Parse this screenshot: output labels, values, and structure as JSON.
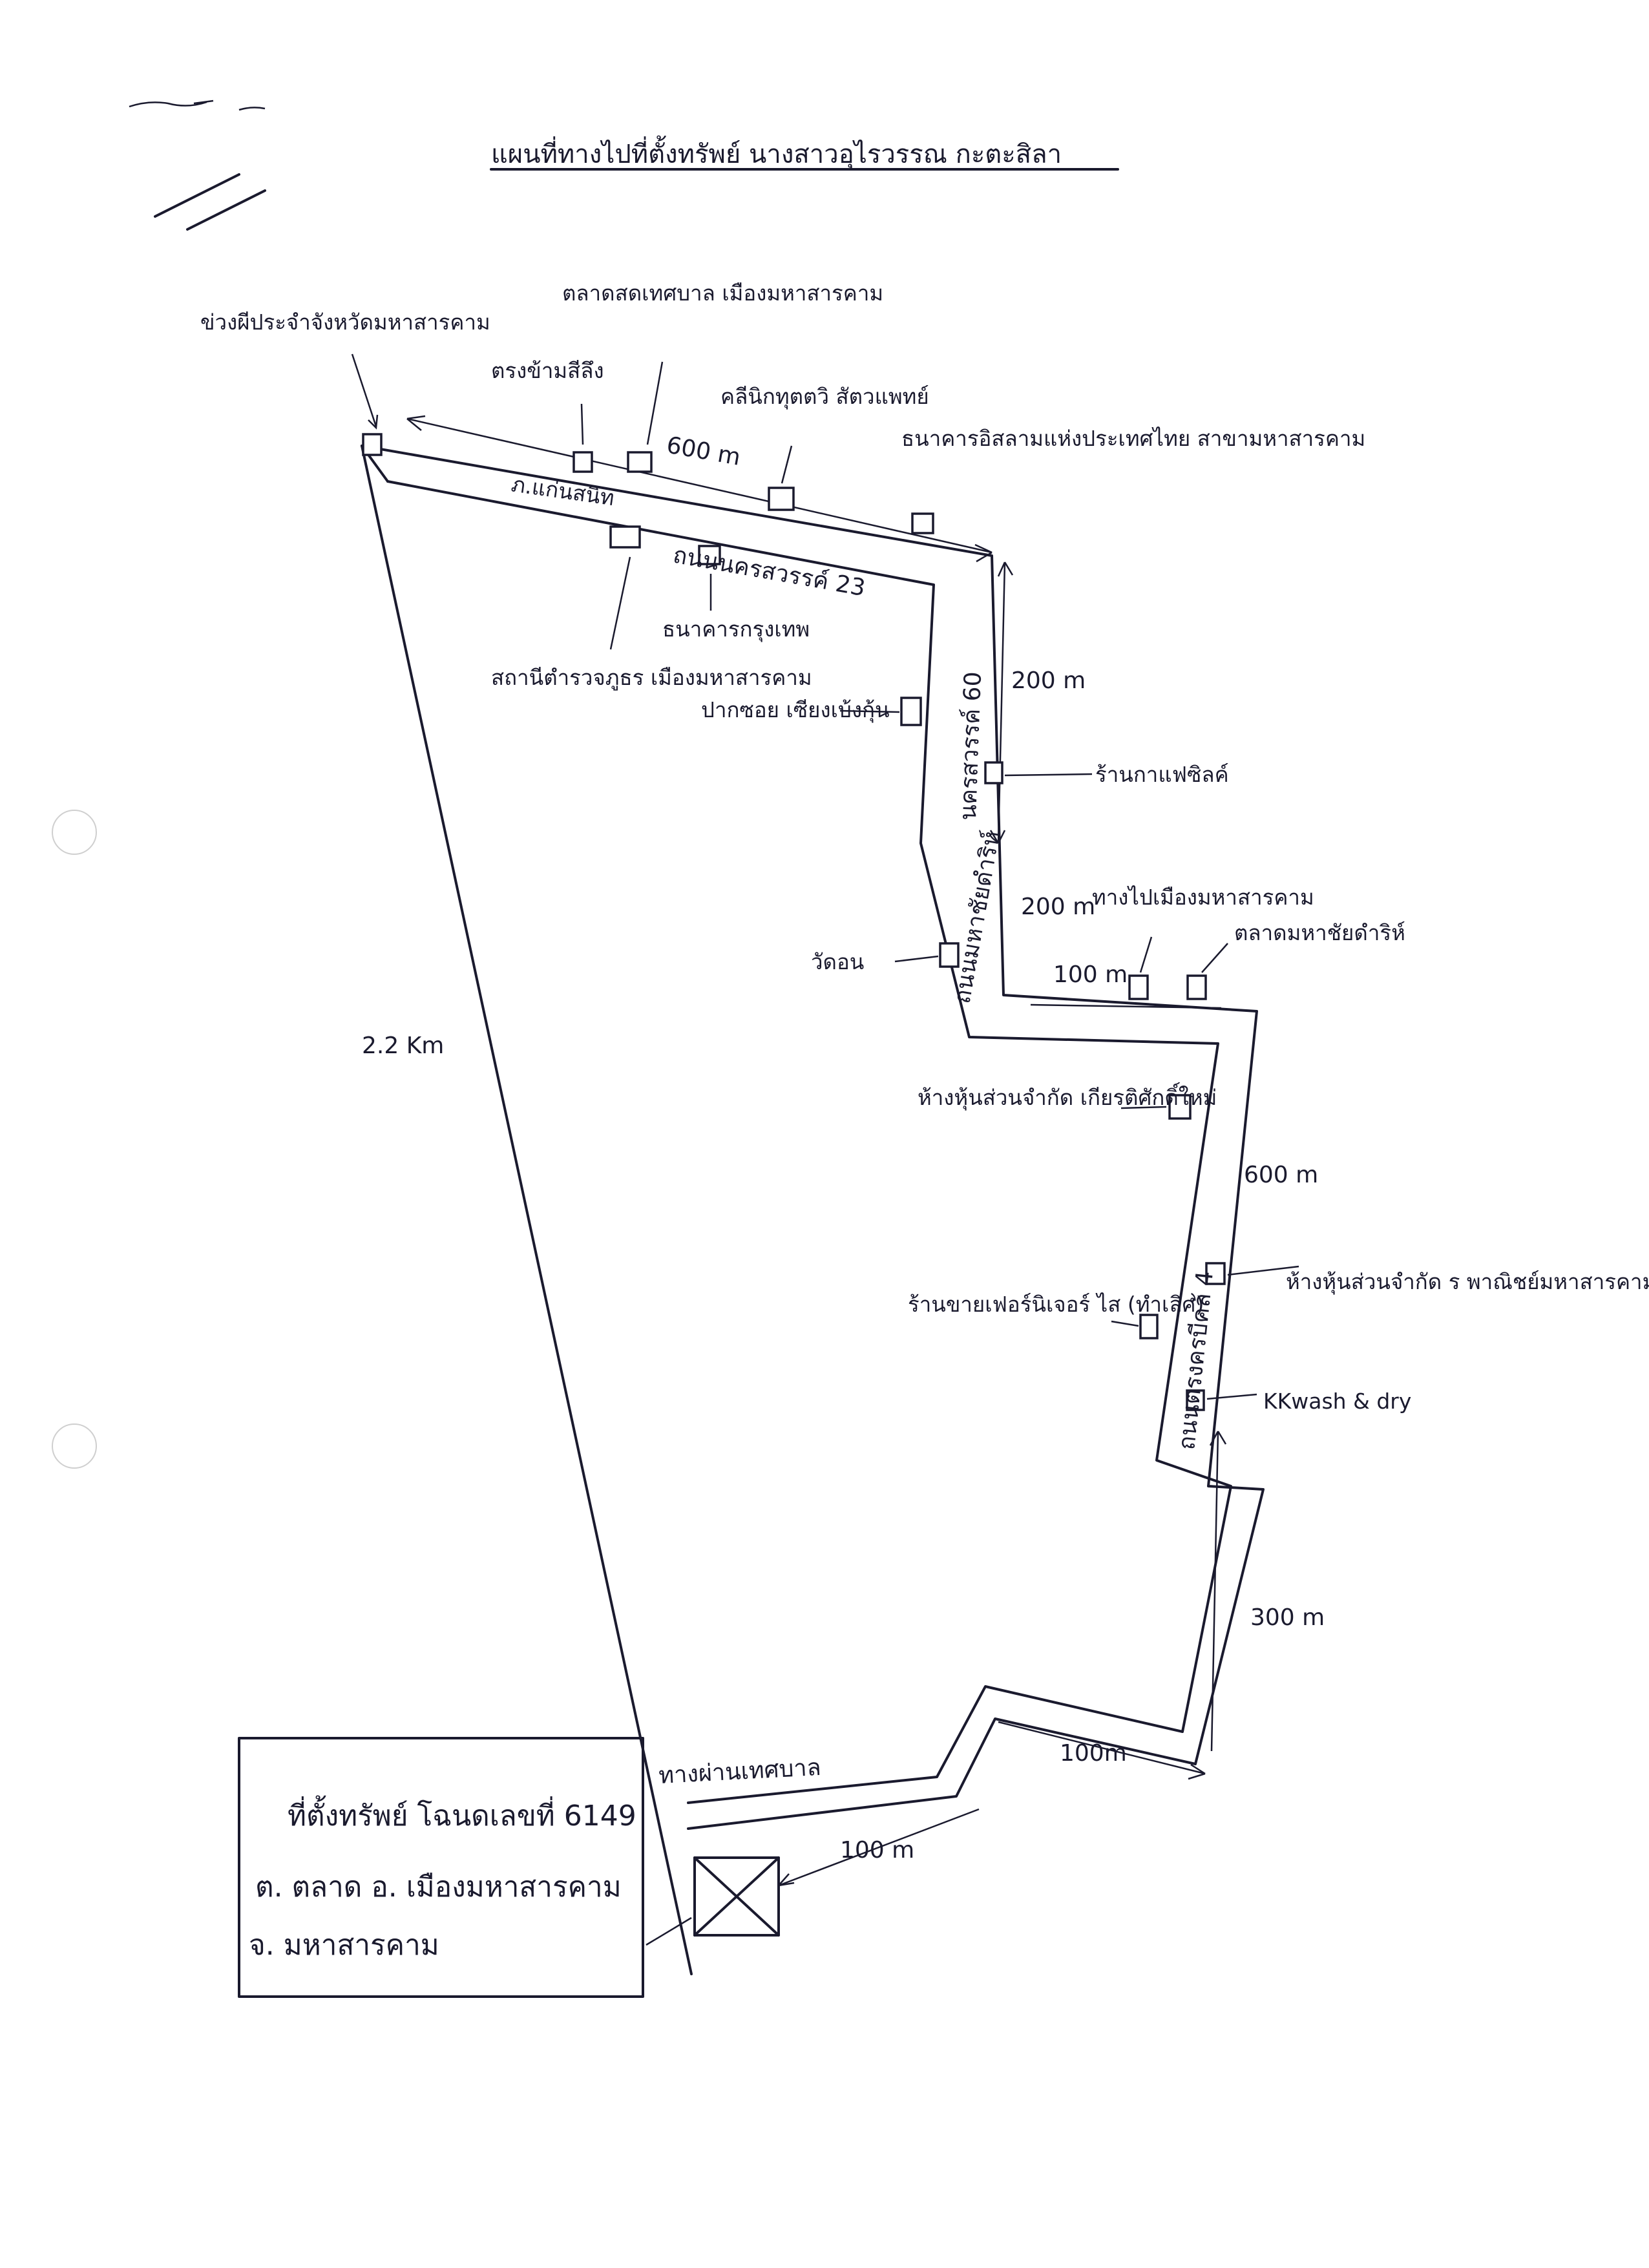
{
  "title": "แผนที่ทางไปที่ตั้งทรัพย์ นางสาวอุไรวรรณ กะตะสิลา",
  "colors": {
    "ink": "#1a1a2e",
    "paper": "#ffffff"
  },
  "roads": {
    "top": "ถนนนครสวรรค์ 23",
    "right_upper": "นครสวรรค์ 60",
    "diagonal": "ถนนมหาชัยดำริห์",
    "right_lower": "ถนนตรงครบีคล้ 4",
    "bottom": "ทางผ่านเทศบาล"
  },
  "landmarks": {
    "left_end": "ข่วงผีประจำจังหวัดมหาสารคาม",
    "fresh_market_top": "ตลาดสดเทศบาล เมืองมหาสารคาม",
    "pharmacy": "ตรงข้ามสีลึง",
    "clinic": "คลีนิกทุตตวิ สัตวแพทย์",
    "bank_thai": "ธนาคารอิสลามแห่งประเทศไทย สาขามหาสารคาม",
    "hotel": "ภ.แก่นสนิท",
    "pharmacy_store": "สถานีตำรวจภูธร เมืองมหาสารคาม",
    "bangkok_bank": "ธนาคารกรุงเทพ",
    "shop_corner": "ปากซอย เซียงเบ้งกุ้น",
    "coffee_shop": "ร้านกาแฟซิลค์",
    "post_office": "ทางไปเมืองมหาสารคาม",
    "temple_corner": "วัดอน",
    "market_corner": "ตลาดมหาชัยดำริห์",
    "dept_store_1": "ห้างหุ้นส่วนจำกัด เกียรติศักดิ์ใหม่",
    "dept_store_2": "ห้างหุ้นส่วนจำกัด ร พาณิชย์มหาสารคาม",
    "furniture": "ร้านขายเฟอร์นิเจอร์ ไส (ทำเลิศ)",
    "laundry": "KKwash & dry"
  },
  "distances": {
    "top_road": "600 m",
    "right_upper": "200 m",
    "middle": "200 m",
    "connector": "100 m",
    "right_lower": "600 m",
    "lower_seg": "300 m",
    "bottom_right": "100m",
    "bottom": "100 m",
    "diagonal": "2.2 Km"
  },
  "property_box": {
    "line1": "ที่ตั้งทรัพย์ โฉนดเลขที่ 6149",
    "line2": "ต. ตลาด อ. เมืองมหาสารคาม",
    "line3": "จ. มหาสารคาม"
  }
}
